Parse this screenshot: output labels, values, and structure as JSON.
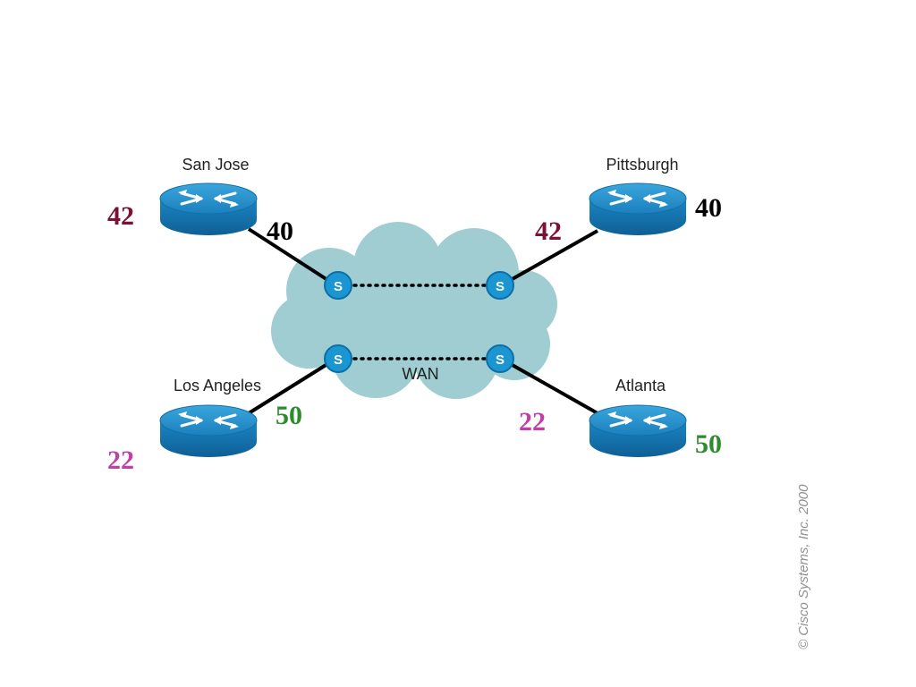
{
  "routers": [
    {
      "id": "san-jose",
      "label": "San Jose"
    },
    {
      "id": "pittsburgh",
      "label": "Pittsburgh"
    },
    {
      "id": "los-angeles",
      "label": "Los Angeles"
    },
    {
      "id": "atlanta",
      "label": "Atlanta"
    }
  ],
  "cloud": {
    "label": "WAN"
  },
  "switch_letter": "S",
  "dlci_labels": {
    "san_jose_local": "42",
    "san_jose_link": "40",
    "pittsburgh_link": "42",
    "pittsburgh_local": "40",
    "los_angeles_link": "50",
    "los_angeles_local": "22",
    "atlanta_link": "22",
    "atlanta_local": "50"
  },
  "colors": {
    "crimson": "#7a1236",
    "black": "#000000",
    "green": "#2e8b2e",
    "magenta": "#c040a8",
    "router_blue": "#1b88c4",
    "cloud": "#9fcdd1",
    "switch": "#1b96d2"
  },
  "copyright": "© Cisco Systems, Inc. 2000"
}
